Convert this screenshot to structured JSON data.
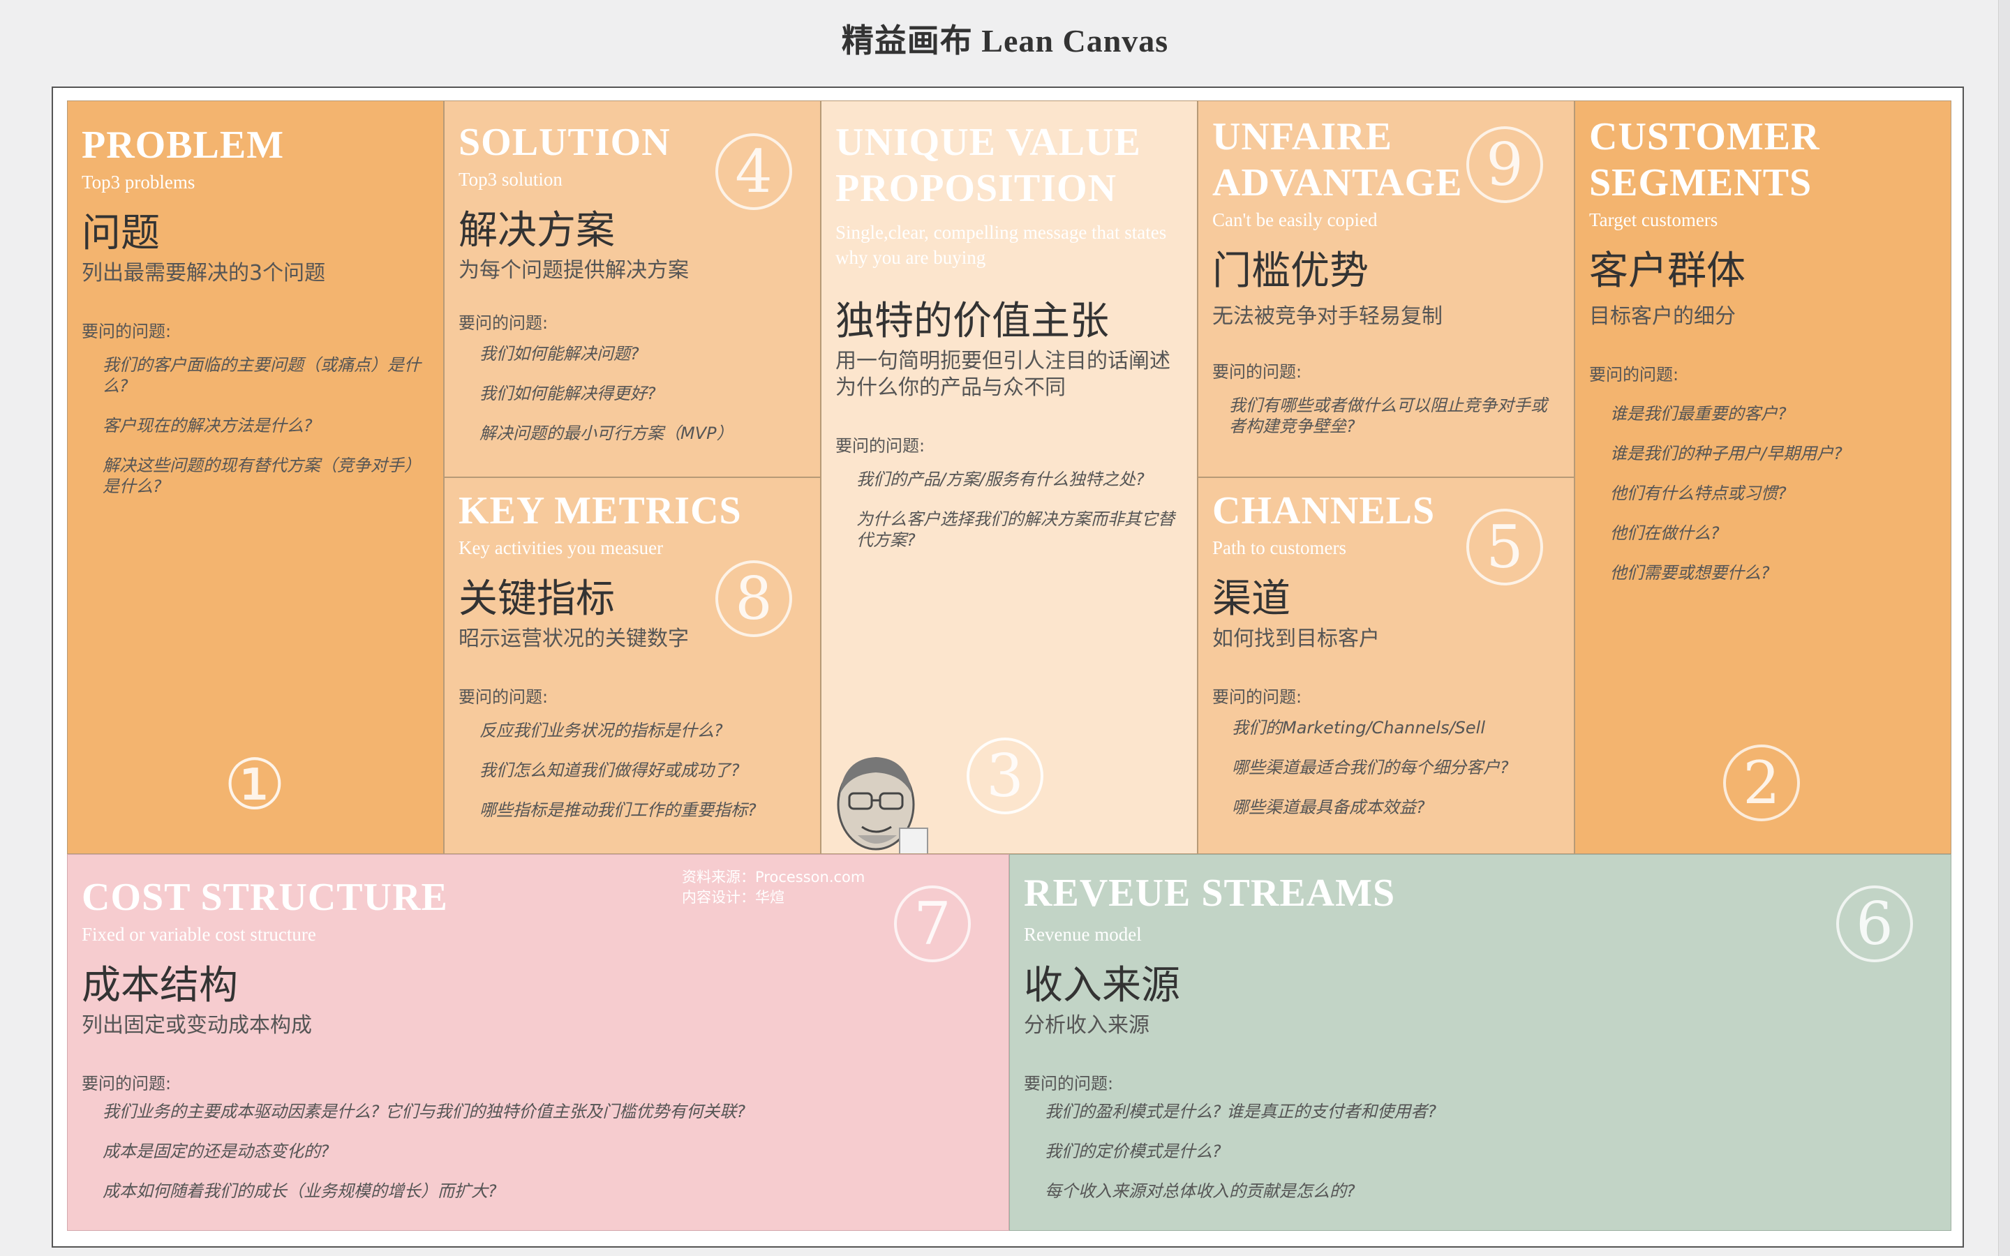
{
  "page": {
    "title": "精益画布  Lean Canvas"
  },
  "cells": {
    "problem": {
      "en": "PROBLEM",
      "en_sub": "Top3 problems",
      "cn": "问题",
      "cn_sub": "列出最需要解决的3个问题",
      "q_label": "要问的问题:",
      "questions": [
        "我们的客户面临的主要问题（或痛点）是什么?",
        "客户现在的解决方法是什么?",
        "解决这些问题的现有替代方案（竞争对手）是什么?"
      ],
      "number": "①"
    },
    "solution": {
      "en": "SOLUTION",
      "en_sub": "Top3 solution",
      "cn": "解决方案",
      "cn_sub": "为每个问题提供解决方案",
      "q_label": "要问的问题:",
      "questions": [
        "我们如何能解决问题?",
        "我们如何能解决得更好?",
        "解决问题的最小可行方案（MVP）"
      ],
      "number": "4"
    },
    "key_metrics": {
      "en": "KEY METRICS",
      "en_sub": "Key activities you measuer",
      "cn": "关键指标",
      "cn_sub": "昭示运营状况的关键数字",
      "q_label": "要问的问题:",
      "questions": [
        "反应我们业务状况的指标是什么?",
        "我们怎么知道我们做得好或成功了?",
        "哪些指标是推动我们工作的重要指标?"
      ],
      "number": "8"
    },
    "uvp": {
      "en": "UNIQUE VALUE PROPOSITION",
      "en_sub": "Single,clear, compelling message that states why you are buying",
      "cn": "独特的价值主张",
      "cn_sub": "用一句简明扼要但引人注目的话阐述为什么你的产品与众不同",
      "q_label": "要问的问题:",
      "questions": [
        "我们的产品/方案/服务有什么独特之处?",
        "为什么客户选择我们的解决方案而非其它替代方案?"
      ],
      "number": "3"
    },
    "unfair_advantage": {
      "en": "UNFAIRE ADVANTAGE",
      "en_sub": "Can't be easily copied",
      "cn": "门槛优势",
      "cn_sub": "无法被竞争对手轻易复制",
      "q_label": "要问的问题:",
      "questions": [
        "我们有哪些或者做什么可以阻止竞争对手或者构建竞争壁垒?"
      ],
      "number": "9"
    },
    "channels": {
      "en": "CHANNELS",
      "en_sub": "Path to customers",
      "cn": "渠道",
      "cn_sub": "如何找到目标客户",
      "q_label": "要问的问题:",
      "questions": [
        "我们的Marketing/Channels/Sell",
        "哪些渠道最适合我们的每个细分客户?",
        "哪些渠道最具备成本效益?"
      ],
      "number": "5"
    },
    "customer_segments": {
      "en": "CUSTOMER SEGMENTS",
      "en_sub": "Target customers",
      "cn": "客户群体",
      "cn_sub": "目标客户的细分",
      "q_label": "要问的问题:",
      "questions": [
        "谁是我们最重要的客户?",
        "谁是我们的种子用户/早期用户?",
        "他们有什么特点或习惯?",
        "他们在做什么?",
        "他们需要或想要什么?"
      ],
      "number": "2"
    },
    "cost_structure": {
      "en": "COST STRUCTURE",
      "en_sub": "Fixed or variable cost structure",
      "cn": "成本结构",
      "cn_sub": "列出固定或变动成本构成",
      "q_label": "要问的问题:",
      "questions": [
        "我们业务的主要成本驱动因素是什么? 它们与我们的独特价值主张及门槛优势有何关联?",
        "成本是固定的还是动态变化的?",
        "成本如何随着我们的成长（业务规模的增长）而扩大?"
      ],
      "number": "7",
      "credit_source": "资料来源：Processon.com",
      "credit_design": "内容设计：华煊"
    },
    "revenue_streams": {
      "en": "REVEUE STREAMS",
      "en_sub": "Revenue model",
      "cn": "收入来源",
      "cn_sub": "分析收入来源",
      "q_label": "要问的问题:",
      "questions": [
        "我们的盈利模式是什么? 谁是真正的支付者和使用者?",
        "我们的定价模式是什么?",
        "每个收入来源对总体收入的贡献是怎么的?"
      ],
      "number": "6"
    }
  },
  "colors": {
    "problem": "#f3b46f",
    "solution": "#f7ca9c",
    "uvp": "#fce5cd",
    "cost": "#f6cccf",
    "revenue": "#c2d4c6"
  }
}
